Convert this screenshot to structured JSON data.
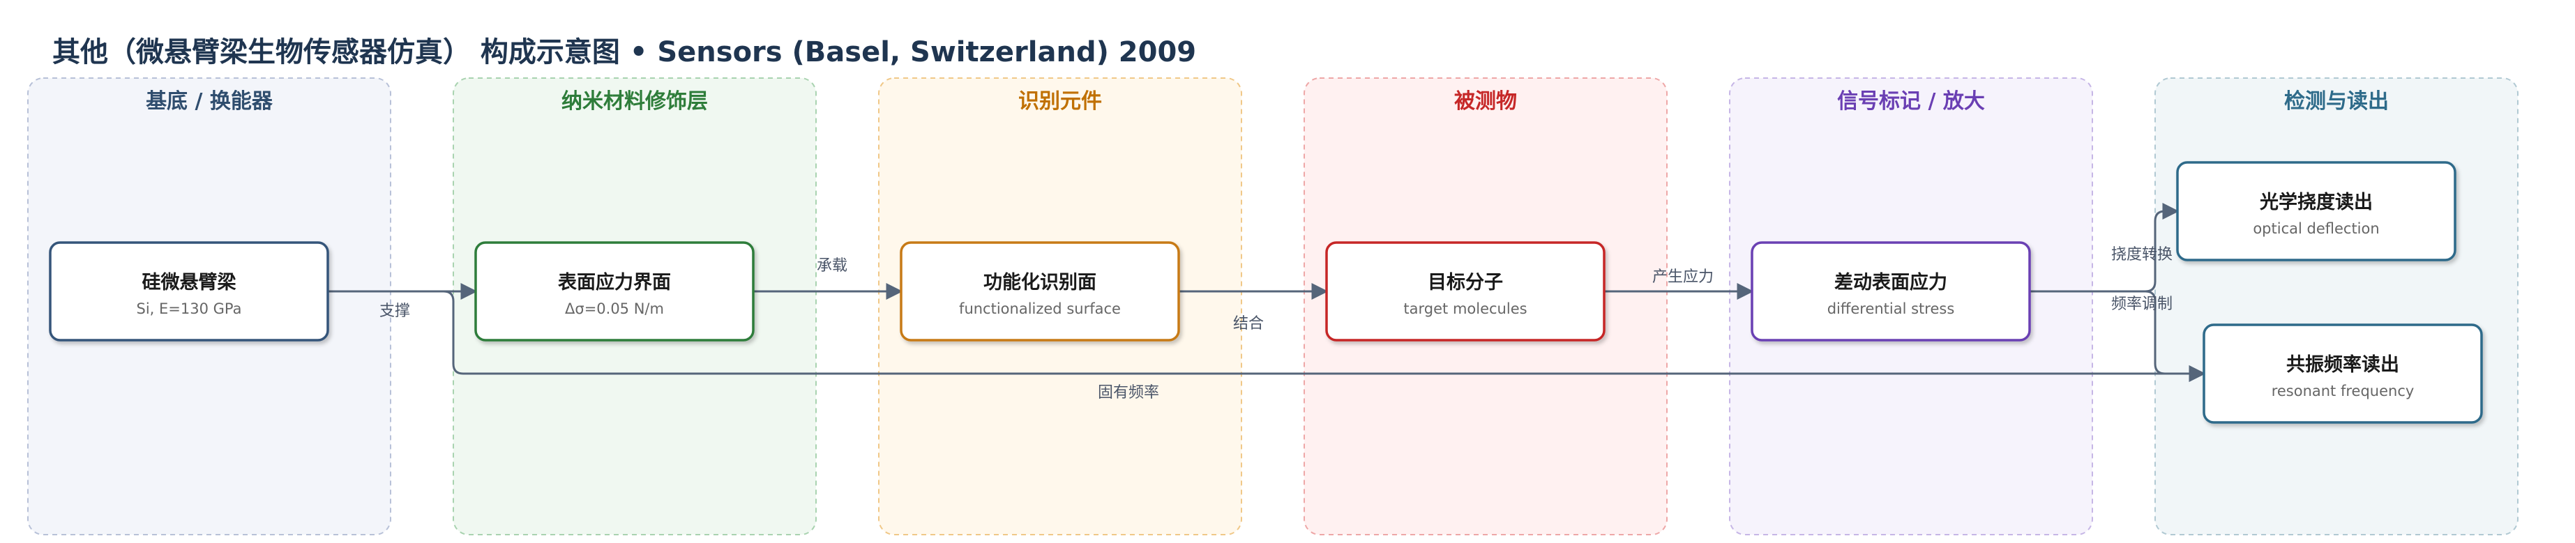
{
  "title": "其他（微悬臂梁生物传感器仿真） 构成示意图 • Sensors (Basel, Switzerland) 2009",
  "columns": [
    {
      "id": "substrate",
      "label": "基底 / 换能器",
      "color": "#2f4d6e",
      "fill": "#f3f5fa",
      "stroke": "#b8c1d8"
    },
    {
      "id": "nano",
      "label": "纳米材料修饰层",
      "color": "#2e7d3a",
      "fill": "#f0f8f1",
      "stroke": "#a9d3b0"
    },
    {
      "id": "recognition",
      "label": "识别元件",
      "color": "#c07000",
      "fill": "#fff8ec",
      "stroke": "#f0c888"
    },
    {
      "id": "analyte",
      "label": "被测物",
      "color": "#c62828",
      "fill": "#fff1f1",
      "stroke": "#eea7a7"
    },
    {
      "id": "signal",
      "label": "信号标记 / 放大",
      "color": "#6a3fb3",
      "fill": "#f6f3fc",
      "stroke": "#c6b6e6"
    },
    {
      "id": "readout",
      "label": "检测与读出",
      "color": "#2e6b8a",
      "fill": "#f1f6f8",
      "stroke": "#b1c9d3"
    }
  ],
  "nodes": [
    {
      "id": "cantilever",
      "title": "硅微悬臂梁",
      "sub": "Si, E=130 GPa",
      "border": "#35547a"
    },
    {
      "id": "surface",
      "title": "表面应力界面",
      "sub": "Δσ=0.05 N/m",
      "border": "#2e7d3a"
    },
    {
      "id": "functional",
      "title": "功能化识别面",
      "sub": "functionalized surface",
      "border": "#c77a12"
    },
    {
      "id": "target",
      "title": "目标分子",
      "sub": "target molecules",
      "border": "#c62828"
    },
    {
      "id": "diff",
      "title": "差动表面应力",
      "sub": "differential stress",
      "border": "#6a3fb3"
    },
    {
      "id": "optical",
      "title": "光学挠度读出",
      "sub": "optical deflection",
      "border": "#2e6b8a"
    },
    {
      "id": "resonant",
      "title": "共振频率读出",
      "sub": "resonant frequency",
      "border": "#2e6b8a"
    }
  ],
  "edges": [
    {
      "from": "cantilever",
      "to": "surface",
      "label": "支撑"
    },
    {
      "from": "surface",
      "to": "functional",
      "label": "承载"
    },
    {
      "from": "functional",
      "to": "target",
      "label": "结合"
    },
    {
      "from": "target",
      "to": "diff",
      "label": "产生应力"
    },
    {
      "from": "diff",
      "to": "optical",
      "label": "挠度转换"
    },
    {
      "from": "diff",
      "to": "resonant",
      "label": "频率调制"
    },
    {
      "from": "cantilever",
      "to": "resonant",
      "label": "固有频率"
    }
  ]
}
